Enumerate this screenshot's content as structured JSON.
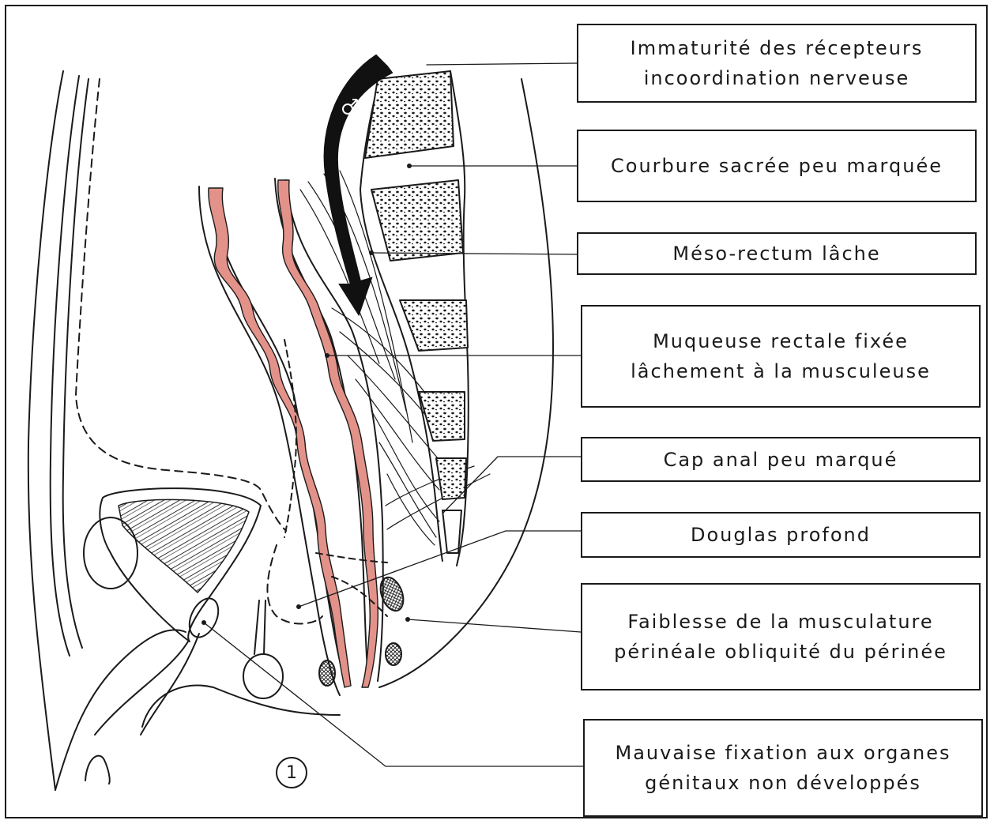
{
  "labels": {
    "receptors": [
      "Immaturité des récepteurs",
      "incoordination nerveuse"
    ],
    "sacral_curve": [
      "Courbure sacrée peu marquée"
    ],
    "mesorectum": [
      "Méso-rectum lâche"
    ],
    "mucosa": [
      "Muqueuse rectale fixée",
      "lâchement à la musculeuse"
    ],
    "anal_cap": [
      "Cap anal peu marqué"
    ],
    "douglas": [
      "Douglas profond"
    ],
    "perineum": [
      "Faiblesse de la musculature",
      "périnéale obliquité du périnée"
    ],
    "genital": [
      "Mauvaise fixation aux organes",
      "génitaux non développés"
    ]
  },
  "figure_number": "1",
  "colors": {
    "line": "#1a1a1a",
    "mucosa_red": "#e3928a",
    "background": "#ffffff"
  },
  "icons": {
    "arrow": "curved-downward-arrow-icon",
    "symbol": "male-symbol-icon"
  }
}
